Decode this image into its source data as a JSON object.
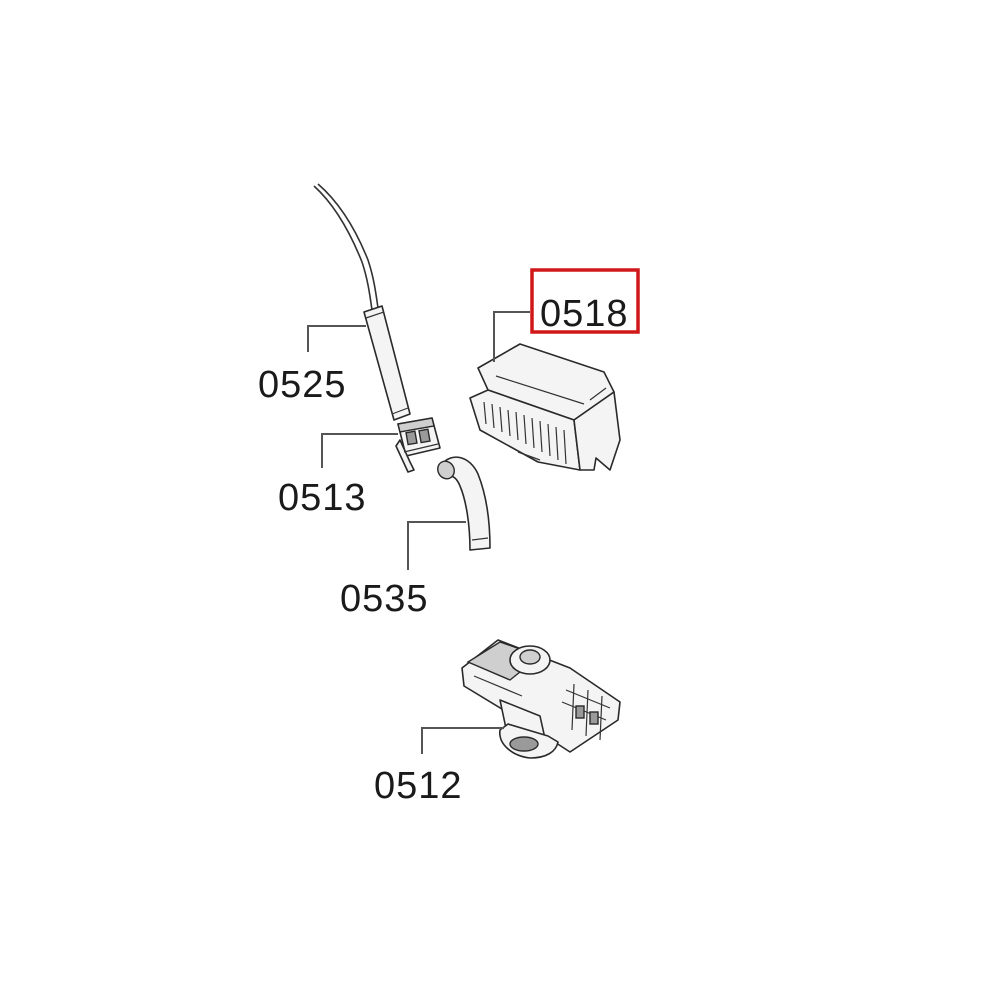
{
  "parts": [
    {
      "id": "0525",
      "label": "0525",
      "icon": "wiring-harness-icon"
    },
    {
      "id": "0513",
      "label": "0513",
      "icon": "connector-icon"
    },
    {
      "id": "0535",
      "label": "0535",
      "icon": "hose-icon"
    },
    {
      "id": "0518",
      "label": "0518",
      "icon": "cover-icon",
      "highlighted": true,
      "highlight_color": "#d01818"
    },
    {
      "id": "0512",
      "label": "0512",
      "icon": "pump-housing-icon"
    }
  ]
}
